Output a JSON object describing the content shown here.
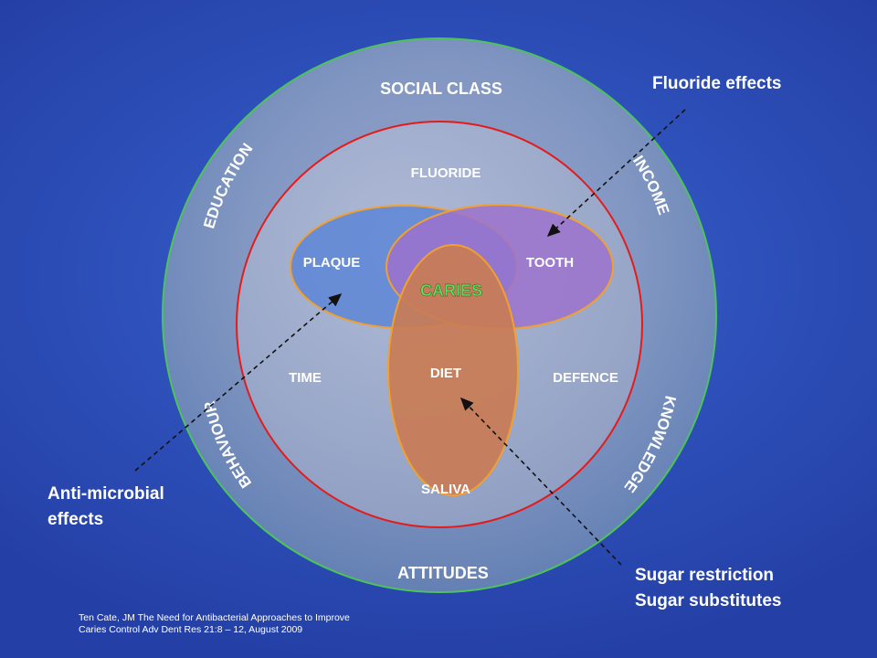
{
  "outer_ring_labels": {
    "top": "SOCIAL CLASS",
    "upper_left": "EDUCATION",
    "upper_right": "INCOME",
    "lower_left": "BEHAVIOUR",
    "lower_right": "KNOWLEDGE",
    "bottom": "ATTITUDES"
  },
  "inner_circle_labels": {
    "top": "FLUORIDE",
    "left": "TIME",
    "right": "DEFENCE",
    "bottom": "SALIVA"
  },
  "ellipse_labels": {
    "plaque": "PLAQUE",
    "tooth": "TOOTH",
    "diet": "DIET",
    "center": "CARIES"
  },
  "annotations": {
    "fluoride": "Fluoride effects",
    "antimicrobial_line1": "Anti-microbial",
    "antimicrobial_line2": "effects",
    "sugar_line1": "Sugar restriction",
    "sugar_line2": "Sugar substitutes"
  },
  "citation": {
    "line1": "Ten Cate, JM The Need for Antibacterial Approaches to Improve",
    "line2": "Caries Control Adv Dent Res 21:8 – 12, August 2009"
  },
  "colors": {
    "outer_circle_stroke": "#4cc45a",
    "inner_circle_stroke": "#e41b1b",
    "ellipse_stroke": "#f0a030",
    "plaque_fill": "#5d86d6",
    "tooth_fill": "#9c72cc",
    "diet_fill": "#c97c55",
    "caries_text": "#5ee05a"
  }
}
